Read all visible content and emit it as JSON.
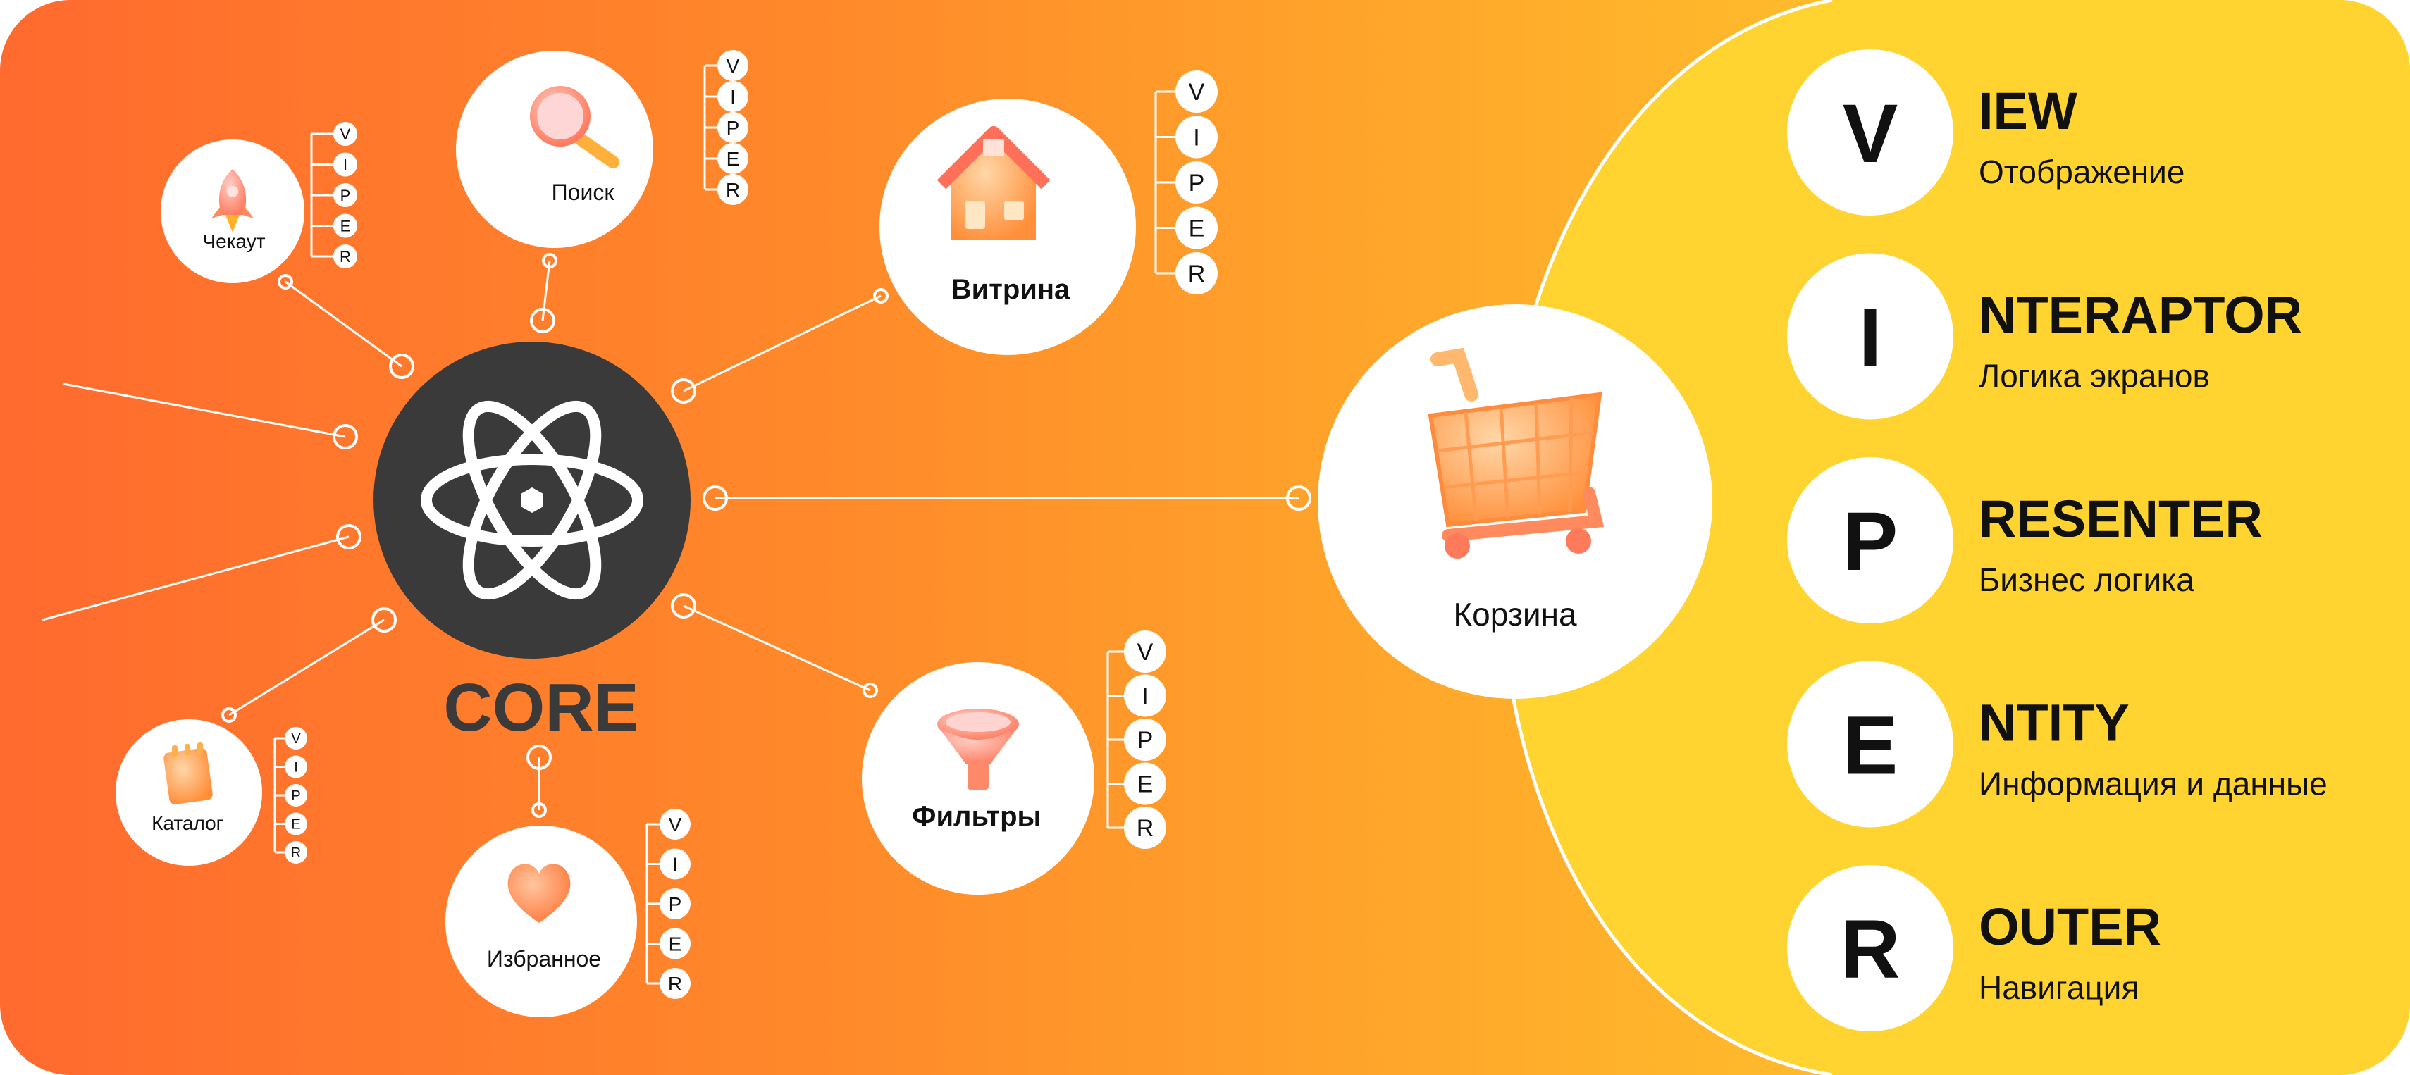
{
  "colors": {
    "gradient_start": "#ff6a2e",
    "gradient_end": "#ffd332",
    "yellow_panel": "#ffd330",
    "core_circle": "#3a3a3a",
    "node_fill": "#ffffff",
    "line": "#ffffff",
    "text": "#111111"
  },
  "core": {
    "label": "CORE",
    "icon": "atom-icon"
  },
  "viper_letters": [
    "V",
    "I",
    "P",
    "E",
    "R"
  ],
  "modules": [
    {
      "id": "checkout",
      "label": "Чекаут",
      "icon": "rocket-icon"
    },
    {
      "id": "search",
      "label": "Поиск",
      "icon": "magnifier-icon"
    },
    {
      "id": "showcase",
      "label": "Витрина",
      "icon": "house-icon"
    },
    {
      "id": "catalog",
      "label": "Каталог",
      "icon": "notepad-icon"
    },
    {
      "id": "favorites",
      "label": "Избранное",
      "icon": "heart-icon"
    },
    {
      "id": "filters",
      "label": "Фильтры",
      "icon": "funnel-icon"
    }
  ],
  "cart": {
    "label": "Корзина",
    "icon": "shopping-cart-icon"
  },
  "legend": [
    {
      "letter": "V",
      "title": "IEW",
      "desc": "Отображение"
    },
    {
      "letter": "I",
      "title": "NTERAPTOR",
      "desc": "Логика экранов"
    },
    {
      "letter": "P",
      "title": "RESENTER",
      "desc": "Бизнес логика"
    },
    {
      "letter": "E",
      "title": "NTITY",
      "desc": "Информация и данные"
    },
    {
      "letter": "R",
      "title": "OUTER",
      "desc": "Навигация"
    }
  ]
}
